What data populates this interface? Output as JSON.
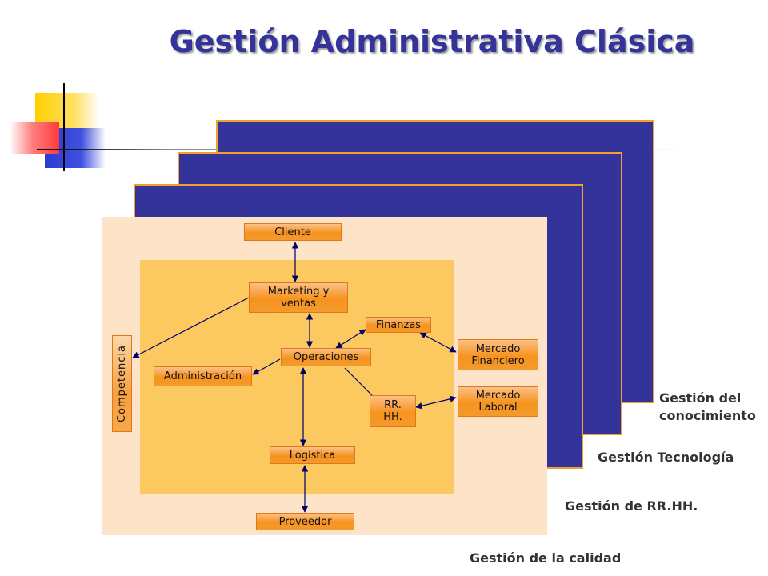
{
  "title": "Gestión Administrativa Clásica",
  "layers": [
    {
      "label": "Gestión del conocimiento"
    },
    {
      "label": "Gestión Tecnología"
    },
    {
      "label": "Gestión de RR.HH."
    },
    {
      "label": "Gestión de la calidad"
    }
  ],
  "nodes": {
    "cliente": "Cliente",
    "marketing": "Marketing y ventas",
    "finanzas": "Finanzas",
    "operaciones": "Operaciones",
    "administracion": "Administración",
    "rrhh": "RR. HH.",
    "logistica": "Logística",
    "proveedor": "Proveedor",
    "competencia": "Competencia",
    "mercado_financiero": "Mercado Financiero",
    "mercado_laboral": "Mercado Laboral"
  },
  "colors": {
    "layer_fill": "#333399",
    "layer_border": "#f0a030",
    "outer_fill": "#fde3c8",
    "inner_fill": "#fcc860",
    "box_fill": "#f7931f",
    "title": "#333399"
  }
}
